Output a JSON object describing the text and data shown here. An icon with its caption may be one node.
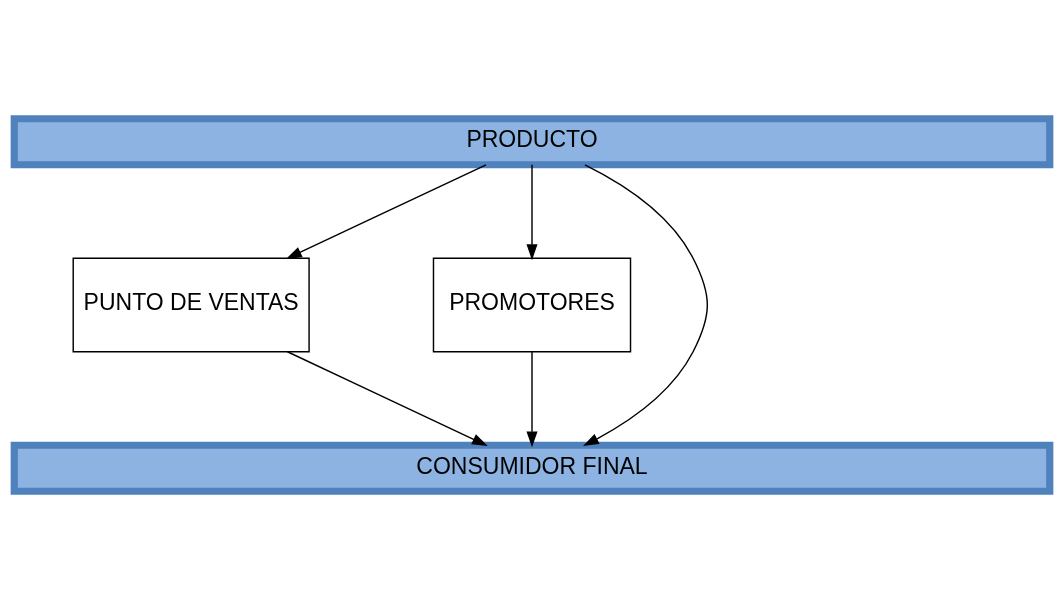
{
  "diagram": {
    "nodes": [
      {
        "text": [
          "PRODUCTO"
        ]
      },
      {
        "text": [
          "PUNTO DE VENTAS"
        ]
      },
      {
        "text": [
          "PROMOTORES"
        ]
      },
      {
        "text": [
          "CONSUMIDOR FINAL"
        ]
      }
    ],
    "edges": [
      {
        "from": 0,
        "to": 3,
        "arrow": "to"
      },
      {
        "from": 0,
        "to": 1,
        "arrow": "to"
      },
      {
        "from": 0,
        "to": 2,
        "arrow": "to"
      },
      {
        "from": 1,
        "to": 3,
        "arrow": "to"
      },
      {
        "from": 2,
        "to": 3,
        "arrow": "to"
      }
    ]
  }
}
